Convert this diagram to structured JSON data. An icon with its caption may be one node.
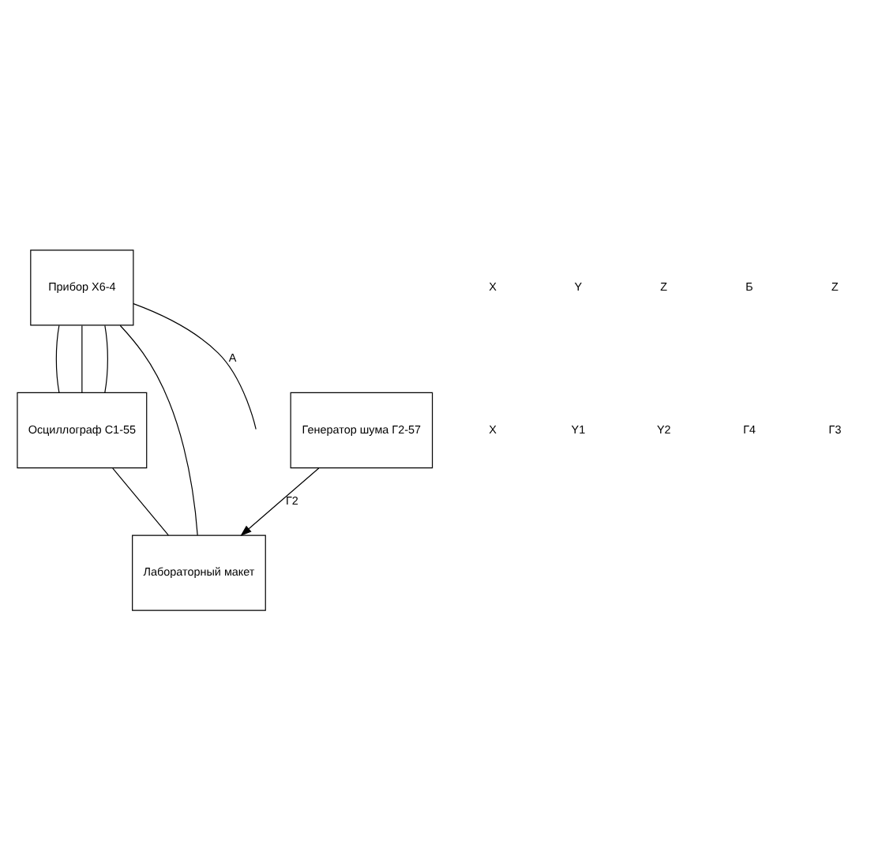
{
  "diagram": {
    "nodes": [
      {
        "text": [
          "Прибор Х6-4"
        ]
      },
      {
        "text": [
          "Осциллограф С1-55"
        ]
      },
      {
        "text": [
          "Генератор шума Г2-57"
        ]
      },
      {
        "text": [
          "Лабораторный макет"
        ]
      }
    ],
    "edges": [
      {
        "from": 0,
        "to": 1,
        "arrow": "none"
      },
      {
        "from": 0,
        "to": 1,
        "arrow": "none"
      },
      {
        "from": 0,
        "to": 1,
        "arrow": "none"
      },
      {
        "from": 0,
        "to": 3,
        "arrow": "none"
      },
      {
        "from": 1,
        "to": 3,
        "arrow": "none"
      },
      {
        "from": 2,
        "to": 3,
        "arrow": "to",
        "label": "Г2"
      },
      {
        "from": 0,
        "to": null,
        "arrow": "none",
        "label": "А"
      }
    ],
    "labels": [
      "X",
      "Y",
      "Z",
      "Б",
      "Z",
      "X",
      "Y1",
      "Y2",
      "Г4",
      "Г3"
    ]
  }
}
